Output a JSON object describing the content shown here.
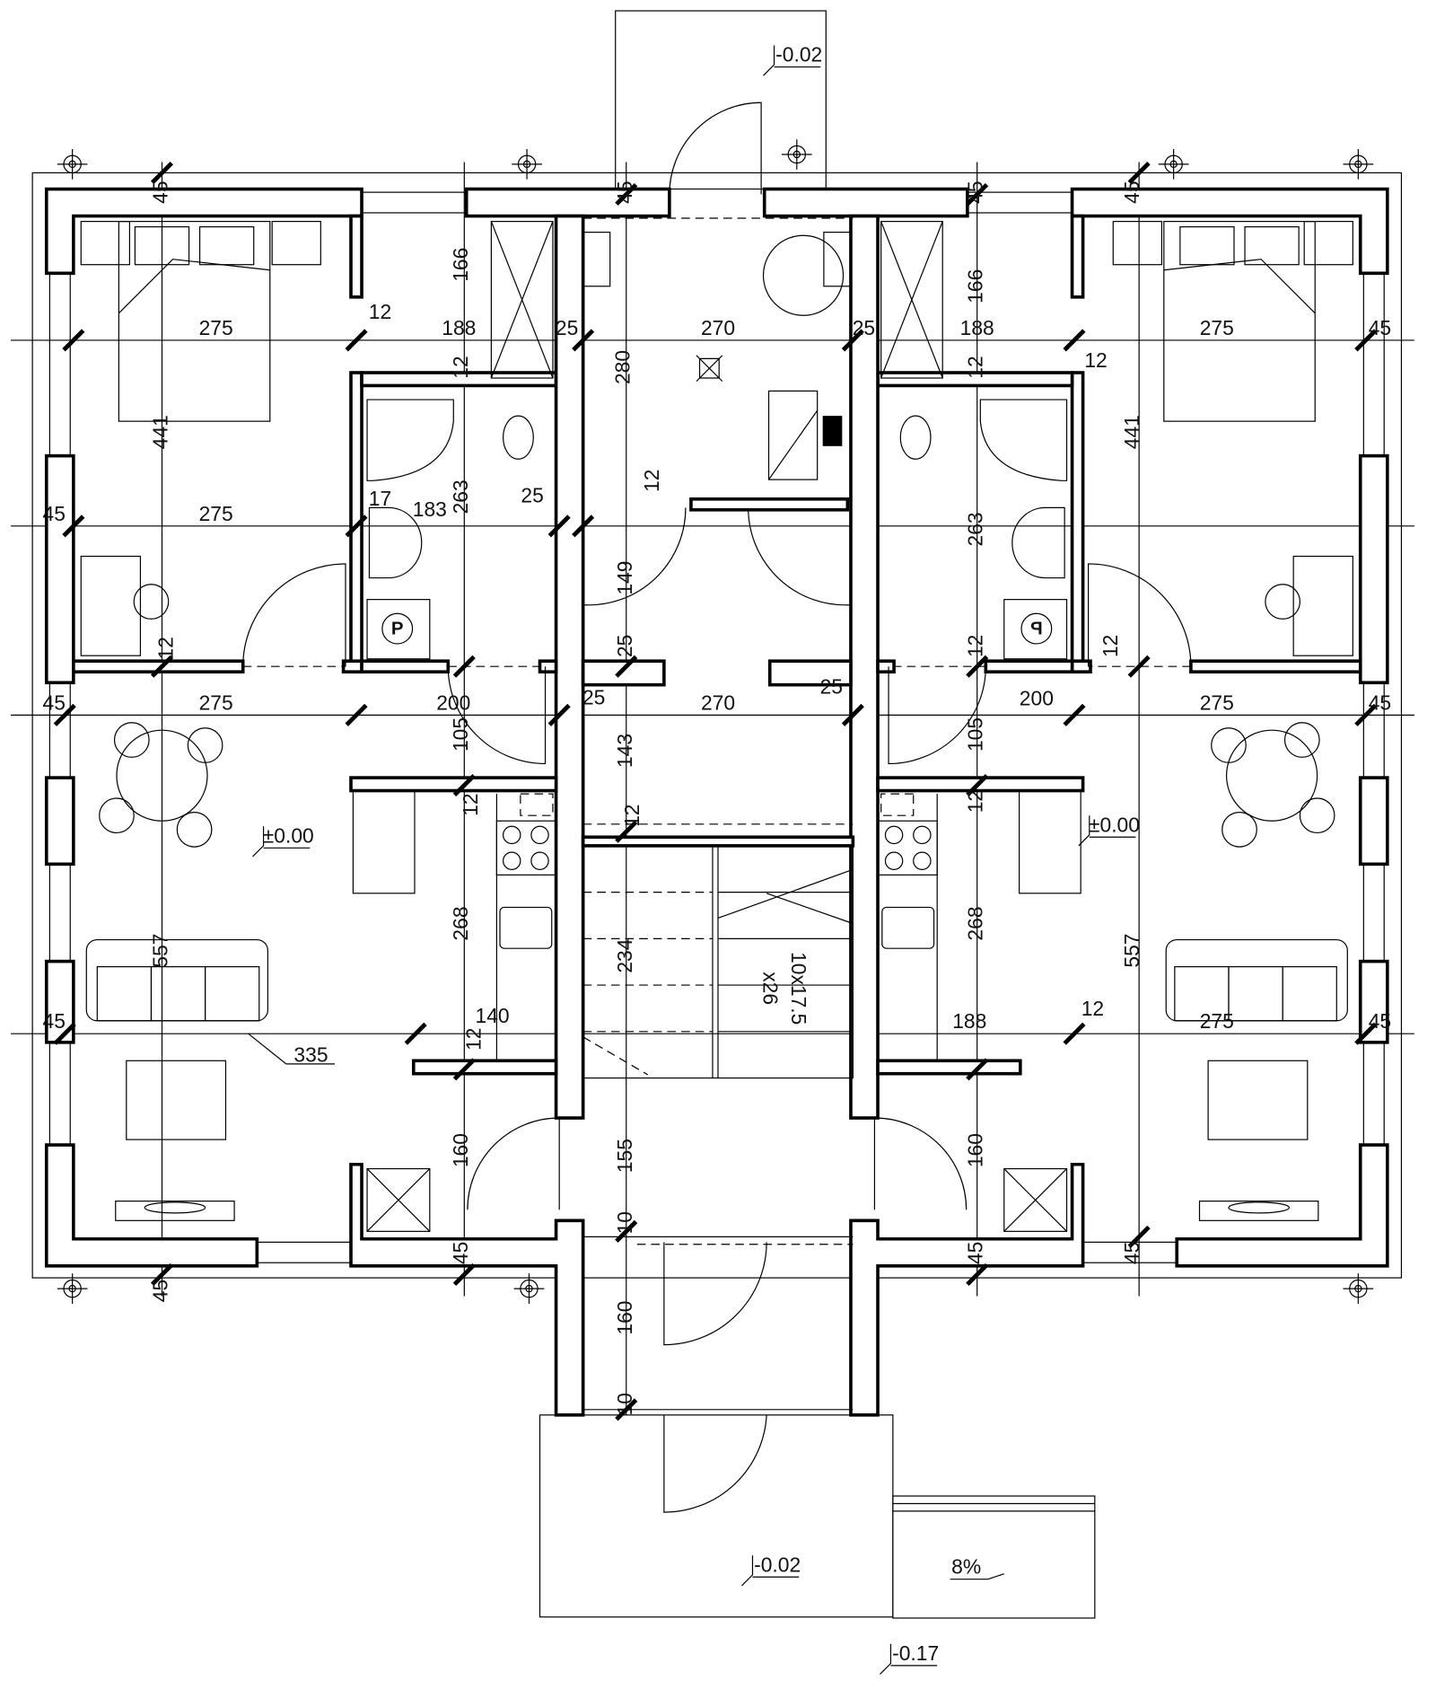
{
  "title": "Floor plan",
  "dimensions": [
    "45",
    "45",
    "45",
    "45",
    "166",
    "166",
    "275",
    "12",
    "188",
    "25",
    "270",
    "25",
    "188",
    "275",
    "45",
    "12",
    "12",
    "280",
    "12",
    "441",
    "441",
    "17",
    "183",
    "263",
    "25",
    "12",
    "45",
    "275",
    "263",
    "149",
    "12",
    "25",
    "12",
    "12",
    "45",
    "275",
    "200",
    "25",
    "270",
    "25",
    "200",
    "275",
    "45",
    "105",
    "143",
    "105",
    "12",
    "12",
    "12",
    "268",
    "557",
    "234",
    "268",
    "557",
    "45",
    "140",
    "188",
    "12",
    "275",
    "45",
    "335",
    "12",
    "160",
    "155",
    "160",
    "10",
    "45",
    "45",
    "45",
    "45",
    "160",
    "10"
  ],
  "levels": [
    "-0.02",
    "±0.00",
    "±0.00",
    "-0.02",
    "-0.17"
  ],
  "stair": {
    "step_size": "10x17.5",
    "step_count": "x26"
  },
  "ramp_slope": "8%",
  "appliance_label": "P"
}
